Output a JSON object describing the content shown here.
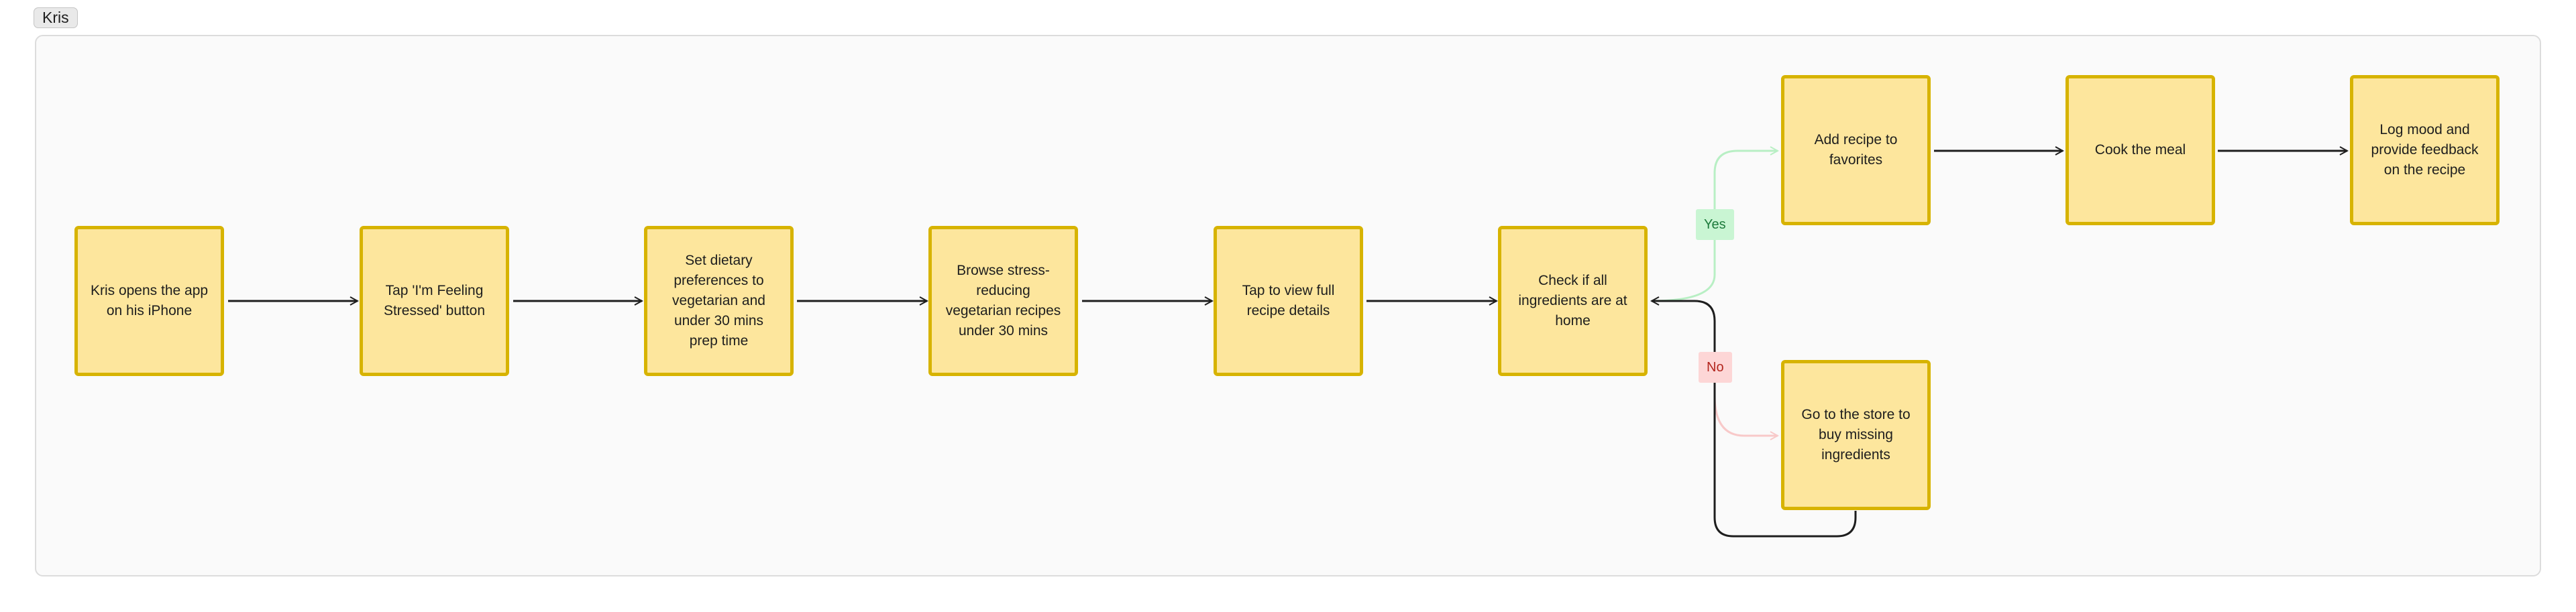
{
  "canvas": {
    "frame_title": "Kris"
  },
  "colors": {
    "node_fill": "#fde69d",
    "node_border": "#d7b300",
    "arrow": "#1e1e1e",
    "yes_line": "#b8efc4",
    "yes_badge": "#c9f5d3",
    "no_line": "#f8c9c9",
    "no_badge": "#fdd6d6"
  },
  "nodes": [
    {
      "id": "open-app",
      "text": "Kris opens the app on his iPhone"
    },
    {
      "id": "tap-stressed",
      "text": "Tap 'I'm Feeling Stressed' button"
    },
    {
      "id": "set-preferences",
      "text": "Set dietary preferences to vegetarian and under 30 mins prep time"
    },
    {
      "id": "browse-recipes",
      "text": "Browse stress-reducing vegetarian recipes under 30 mins"
    },
    {
      "id": "view-details",
      "text": "Tap to view full recipe details"
    },
    {
      "id": "check-ingredients",
      "text": "Check if all ingredients are at home"
    },
    {
      "id": "add-favorites",
      "text": "Add recipe to favorites"
    },
    {
      "id": "cook-meal",
      "text": "Cook the meal"
    },
    {
      "id": "log-mood",
      "text": "Log mood and provide feedback on the recipe"
    },
    {
      "id": "go-store",
      "text": "Go to the store to buy missing ingredients"
    }
  ],
  "decisions": {
    "yes_label": "Yes",
    "no_label": "No"
  }
}
